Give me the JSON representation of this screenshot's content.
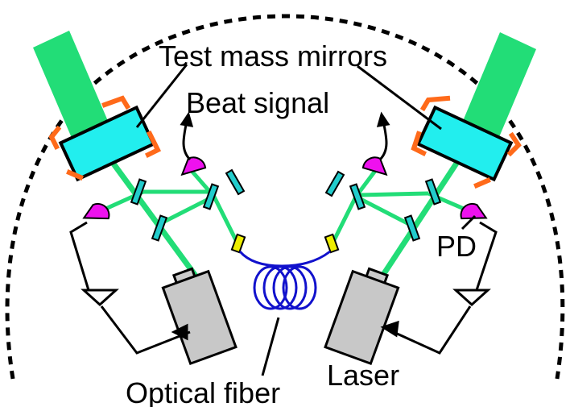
{
  "labels": {
    "test_mass_mirrors": "Test mass mirrors",
    "beat_signal": "Beat signal",
    "pd": "PD",
    "optical_fiber": "Optical fiber",
    "laser": "Laser"
  },
  "colors": {
    "beam": "#22dd77",
    "mirror": "#22eeee",
    "clamp": "#ff6a1a",
    "photodiode": "#ee11ee",
    "beamsplitter": "#22cccc",
    "fiber": "#1111cc",
    "coupler": "#eeee00",
    "laser": "#c8c8c8",
    "line": "#000000"
  }
}
